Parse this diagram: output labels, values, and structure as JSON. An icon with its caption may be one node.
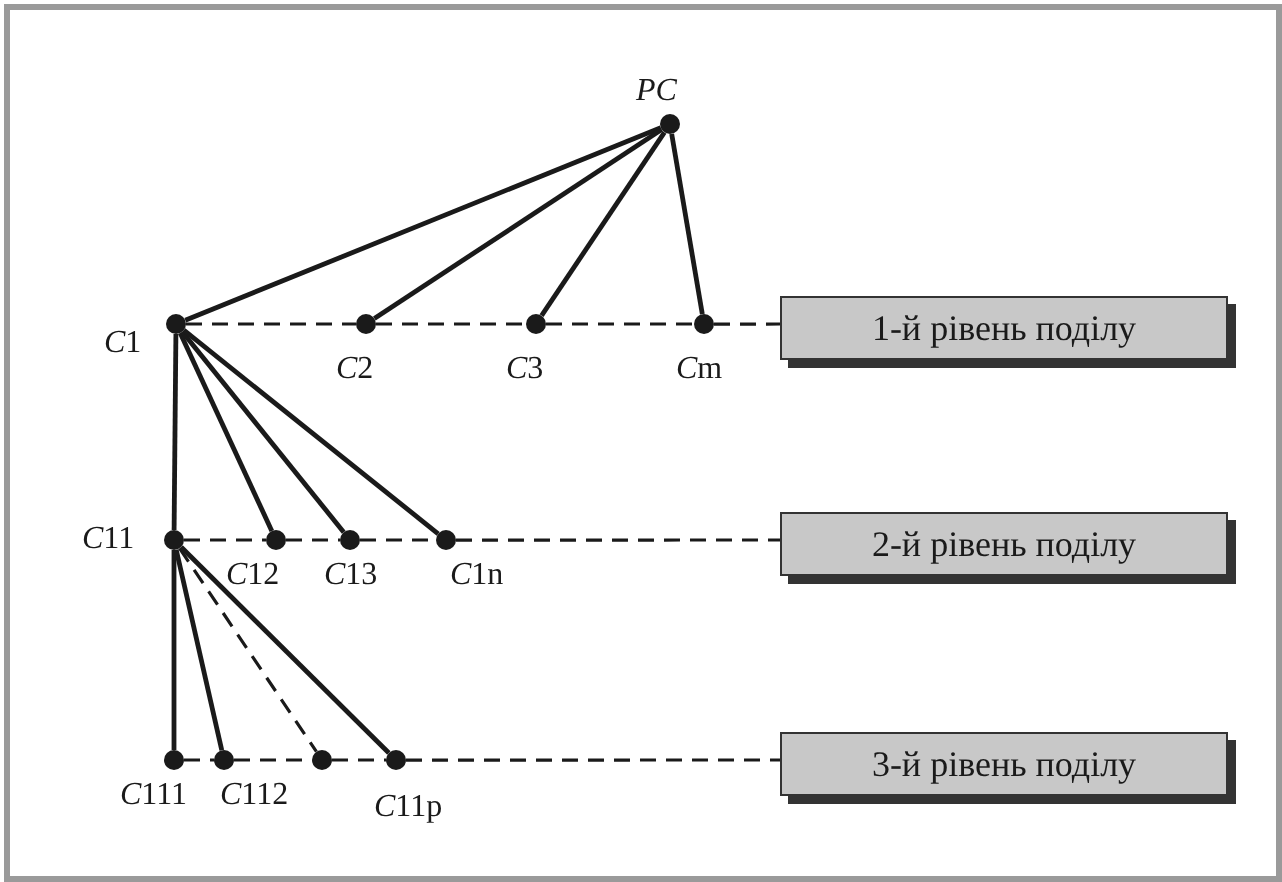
{
  "diagram": {
    "nodes": [
      {
        "text": [
          "PC"
        ]
      },
      {
        "text": [
          "C1"
        ]
      },
      {
        "text": [
          "C2"
        ]
      },
      {
        "text": [
          "C3"
        ]
      },
      {
        "text": [
          "Cm"
        ]
      },
      {
        "text": [
          "1-й рівень поділу"
        ]
      },
      {
        "text": [
          "C11"
        ]
      },
      {
        "text": [
          "C12"
        ]
      },
      {
        "text": [
          "C13"
        ]
      },
      {
        "text": [
          "C1n"
        ]
      },
      {
        "text": [
          "2-й рівень поділу"
        ]
      },
      {
        "text": [
          "C111"
        ]
      },
      {
        "text": [
          "C112"
        ]
      },
      {
        "text": [],
        "shape": "circle"
      },
      {
        "text": [
          "C11p"
        ]
      },
      {
        "text": [
          "3-й рівень поділу"
        ]
      }
    ],
    "edges": [
      {
        "from": 0,
        "to": 1,
        "arrow": "none"
      },
      {
        "from": 0,
        "to": 2,
        "arrow": "none"
      },
      {
        "from": 0,
        "to": 3,
        "arrow": "none"
      },
      {
        "from": 0,
        "to": 4,
        "arrow": "none"
      },
      {
        "from": 1,
        "to": 2,
        "arrow": "none",
        "style": "dashed"
      },
      {
        "from": 2,
        "to": 3,
        "arrow": "none",
        "style": "dashed"
      },
      {
        "from": 3,
        "to": 4,
        "arrow": "none",
        "style": "dashed"
      },
      {
        "from": 4,
        "to": 5,
        "arrow": "none",
        "style": "dashed"
      },
      {
        "from": 1,
        "to": 6,
        "arrow": "none"
      },
      {
        "from": 1,
        "to": 7,
        "arrow": "none"
      },
      {
        "from": 1,
        "to": 8,
        "arrow": "none"
      },
      {
        "from": 1,
        "to": 9,
        "arrow": "none"
      },
      {
        "from": 6,
        "to": 7,
        "arrow": "none",
        "style": "dashed"
      },
      {
        "from": 7,
        "to": 8,
        "arrow": "none",
        "style": "dashed"
      },
      {
        "from": 8,
        "to": 9,
        "arrow": "none",
        "style": "dashed"
      },
      {
        "from": 9,
        "to": 10,
        "arrow": "none",
        "style": "dashed"
      },
      {
        "from": 6,
        "to": 11,
        "arrow": "none"
      },
      {
        "from": 6,
        "to": 12,
        "arrow": "none"
      },
      {
        "from": 6,
        "to": 13,
        "arrow": "none",
        "style": "dashed"
      },
      {
        "from": 6,
        "to": 14,
        "arrow": "none"
      },
      {
        "from": 11,
        "to": 12,
        "arrow": "none",
        "style": "dashed"
      },
      {
        "from": 12,
        "to": 13,
        "arrow": "none",
        "style": "dashed"
      },
      {
        "from": 13,
        "to": 14,
        "arrow": "none",
        "style": "dashed"
      },
      {
        "from": 14,
        "to": 15,
        "arrow": "none",
        "style": "dashed"
      }
    ]
  }
}
